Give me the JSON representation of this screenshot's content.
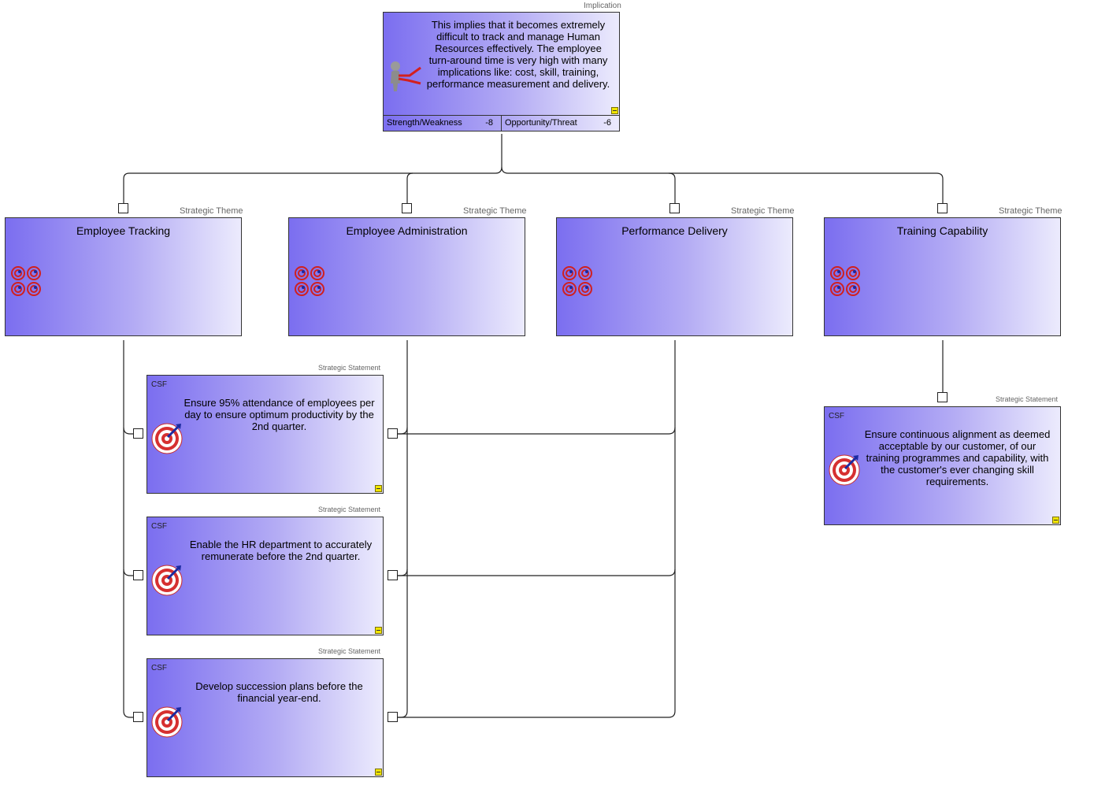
{
  "implication": {
    "type_label": "Implication",
    "text": "This implies that it becomes extremely difficult to track and manage Human Resources effectively. The employee turn-around time is very high with many implications like: cost, skill, training, performance measurement and delivery.",
    "strength_label": "Strength/Weakness",
    "strength_value": "-8",
    "opportunity_label": "Opportunity/Threat",
    "opportunity_value": "-6"
  },
  "themes": [
    {
      "type_label": "Strategic Theme",
      "title": "Employee Tracking"
    },
    {
      "type_label": "Strategic Theme",
      "title": "Employee Administration"
    },
    {
      "type_label": "Strategic Theme",
      "title": "Performance Delivery"
    },
    {
      "type_label": "Strategic Theme",
      "title": "Training Capability"
    }
  ],
  "statements": [
    {
      "type_label": "Strategic Statement",
      "tag": "CSF",
      "text": "Ensure 95% attendance of employees per day to ensure optimum productivity by the 2nd quarter."
    },
    {
      "type_label": "Strategic Statement",
      "tag": "CSF",
      "text": "Enable the HR department to accurately remunerate before the 2nd quarter."
    },
    {
      "type_label": "Strategic Statement",
      "tag": "CSF",
      "text": "Develop succession plans before the financial year-end."
    },
    {
      "type_label": "Strategic Statement",
      "tag": "CSF",
      "text": "Ensure continuous alignment as deemed acceptable by our customer, of our training programmes and capability, with the customer's ever changing skill requirements."
    }
  ],
  "icons": {
    "implication": "person-pulling-rope-icon",
    "theme": "target-grid-icon",
    "statement": "dart-target-icon",
    "collapse": "collapse-icon"
  },
  "colors": {
    "gradient_start": "#7b6ef0",
    "gradient_end": "#ecebfd",
    "collapse": "#f2e600"
  }
}
